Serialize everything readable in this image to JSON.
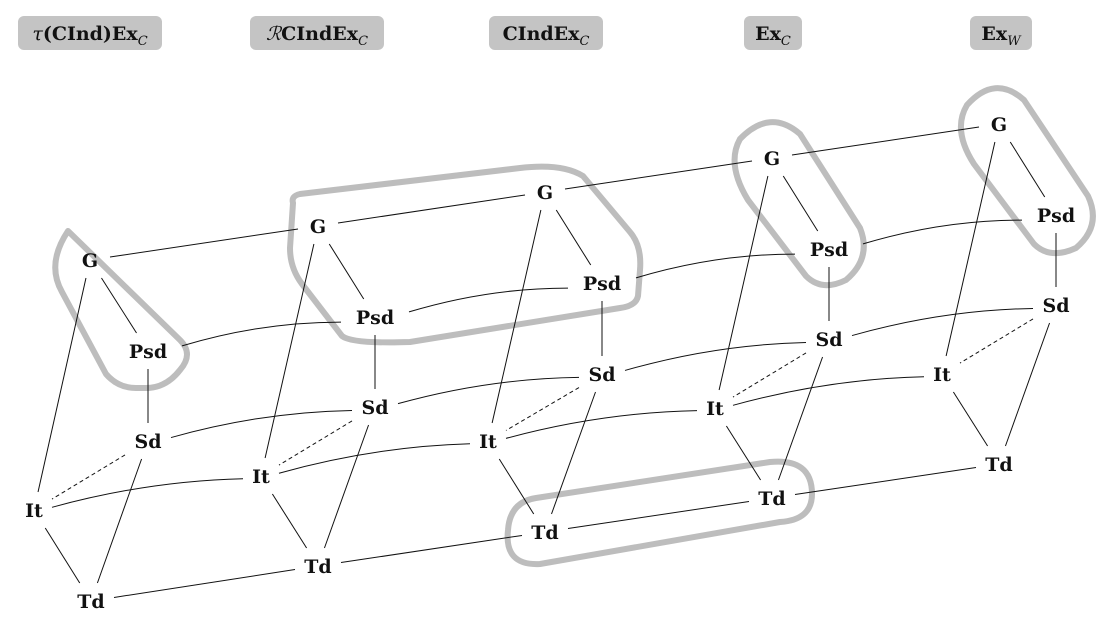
{
  "headers": [
    {
      "pre": "τ",
      "main": "(CInd)Ex",
      "sub": "C"
    },
    {
      "pre": "ℛ",
      "main": "CIndEx",
      "sub": "C"
    },
    {
      "pre": "",
      "main": "CIndEx",
      "sub": "C"
    },
    {
      "pre": "",
      "main": "Ex",
      "sub": "C"
    },
    {
      "pre": "",
      "main": "Ex",
      "sub": "W"
    }
  ],
  "labels": {
    "G": "G",
    "Psd": "Psd",
    "Sd": "Sd",
    "It": "It",
    "Td": "Td"
  },
  "diagram": {
    "nodes": [
      {
        "id": "g1",
        "label": "G"
      },
      {
        "id": "p1",
        "label": "Psd"
      },
      {
        "id": "s1",
        "label": "Sd"
      },
      {
        "id": "i1",
        "label": "It"
      },
      {
        "id": "t1",
        "label": "Td"
      },
      {
        "id": "g2",
        "label": "G"
      },
      {
        "id": "p2",
        "label": "Psd"
      },
      {
        "id": "s2",
        "label": "Sd"
      },
      {
        "id": "i2",
        "label": "It"
      },
      {
        "id": "t2",
        "label": "Td"
      },
      {
        "id": "g3",
        "label": "G"
      },
      {
        "id": "p3",
        "label": "Psd"
      },
      {
        "id": "s3",
        "label": "Sd"
      },
      {
        "id": "i3",
        "label": "It"
      },
      {
        "id": "t3",
        "label": "Td"
      },
      {
        "id": "g4",
        "label": "G"
      },
      {
        "id": "p4",
        "label": "Psd"
      },
      {
        "id": "s4",
        "label": "Sd"
      },
      {
        "id": "i4",
        "label": "It"
      },
      {
        "id": "t4",
        "label": "Td"
      },
      {
        "id": "g5",
        "label": "G"
      },
      {
        "id": "p5",
        "label": "Psd"
      },
      {
        "id": "s5",
        "label": "Sd"
      },
      {
        "id": "i5",
        "label": "It"
      },
      {
        "id": "t5",
        "label": "Td"
      }
    ],
    "edges": [
      [
        "g1",
        "p1"
      ],
      [
        "p1",
        "s1"
      ],
      [
        "g1",
        "i1"
      ],
      [
        "s1",
        "t1"
      ],
      [
        "i1",
        "t1"
      ],
      [
        "s1",
        "i1",
        "dashed"
      ],
      [
        "g2",
        "p2"
      ],
      [
        "p2",
        "s2"
      ],
      [
        "g2",
        "i2"
      ],
      [
        "s2",
        "t2"
      ],
      [
        "i2",
        "t2"
      ],
      [
        "s2",
        "i2",
        "dashed"
      ],
      [
        "g3",
        "p3"
      ],
      [
        "p3",
        "s3"
      ],
      [
        "g3",
        "i3"
      ],
      [
        "s3",
        "t3"
      ],
      [
        "i3",
        "t3"
      ],
      [
        "s3",
        "i3",
        "dashed"
      ],
      [
        "g4",
        "p4"
      ],
      [
        "p4",
        "s4"
      ],
      [
        "g4",
        "i4"
      ],
      [
        "s4",
        "t4"
      ],
      [
        "i4",
        "t4"
      ],
      [
        "s4",
        "i4",
        "dashed"
      ],
      [
        "g5",
        "p5"
      ],
      [
        "p5",
        "s5"
      ],
      [
        "g5",
        "i5"
      ],
      [
        "s5",
        "t5"
      ],
      [
        "i5",
        "t5"
      ],
      [
        "s5",
        "i5",
        "dashed"
      ],
      [
        "g1",
        "g2"
      ],
      [
        "g2",
        "g3"
      ],
      [
        "g3",
        "g4"
      ],
      [
        "g4",
        "g5"
      ],
      [
        "p1",
        "p2"
      ],
      [
        "p2",
        "p3"
      ],
      [
        "p3",
        "p4"
      ],
      [
        "p4",
        "p5"
      ],
      [
        "s1",
        "s2"
      ],
      [
        "s2",
        "s3"
      ],
      [
        "s3",
        "s4"
      ],
      [
        "s4",
        "s5"
      ],
      [
        "i1",
        "i2"
      ],
      [
        "i2",
        "i3"
      ],
      [
        "i3",
        "i4"
      ],
      [
        "i4",
        "i5"
      ],
      [
        "t1",
        "t2"
      ],
      [
        "t2",
        "t3"
      ],
      [
        "t3",
        "t4"
      ],
      [
        "t4",
        "t5"
      ]
    ],
    "highlights": [
      {
        "id": "hl-col1-g-psd",
        "nodes": [
          "g1",
          "p1"
        ]
      },
      {
        "id": "hl-col2-col3-g-psd",
        "nodes": [
          "g2",
          "p2",
          "g3",
          "p3"
        ]
      },
      {
        "id": "hl-col4-g-psd",
        "nodes": [
          "g4",
          "p4"
        ]
      },
      {
        "id": "hl-col5-g-psd",
        "nodes": [
          "g5",
          "p5"
        ]
      },
      {
        "id": "hl-td-col3-col4",
        "nodes": [
          "t3",
          "t4"
        ]
      }
    ]
  }
}
